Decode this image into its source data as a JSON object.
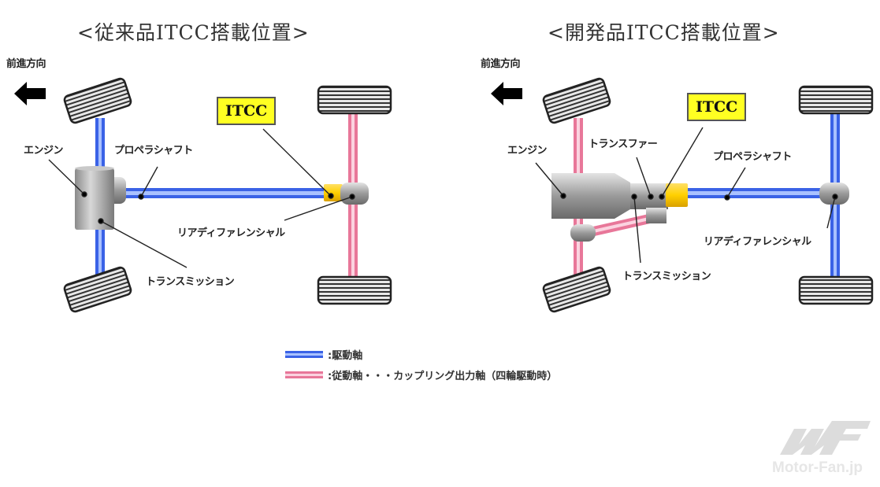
{
  "diagrams": [
    {
      "title": "<従来品ITCC搭載位置>",
      "direction_label": "前進方向",
      "itcc_label": "ITCC",
      "labels": {
        "engine": "エンジン",
        "propeller_shaft": "プロペラシャフト",
        "rear_differential": "リアディファレンシャル",
        "transmission": "トランスミッション"
      }
    },
    {
      "title": "<開発品ITCC搭載位置>",
      "direction_label": "前進方向",
      "itcc_label": "ITCC",
      "labels": {
        "engine": "エンジン",
        "transfer": "トランスファー",
        "propeller_shaft": "プロペラシャフト",
        "rear_differential": "リアディファレンシャル",
        "transmission": "トランスミッション"
      }
    }
  ],
  "legend": [
    {
      "color": "#3a62e6",
      "label": ":駆動軸"
    },
    {
      "color": "#e87799",
      "label": ":従動軸・・・カップリング出力軸（四輪駆動時）"
    }
  ],
  "colors": {
    "drive_shaft": "#3a62e6",
    "driven_shaft": "#e87799",
    "itcc": "#ffff22"
  },
  "watermark": {
    "logo": "MF",
    "text": "Motor-Fan.jp"
  }
}
